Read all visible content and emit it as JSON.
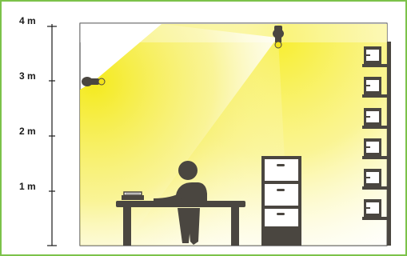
{
  "scale": {
    "labels": [
      "4 m",
      "3 m",
      "2 m",
      "1 m"
    ]
  },
  "colors": {
    "frame_border": "#7cc24a",
    "light_beam": "#f7ee2e",
    "silhouette": "#4a4640",
    "lamp_bulb": "#f2e21a",
    "room_outline": "#2b2b2b"
  },
  "scene": {
    "lights": [
      "wall-spot-light-icon",
      "ceiling-spot-light-icon"
    ],
    "objects": [
      "person-at-desk-icon",
      "desk-icon",
      "book-stack-icon",
      "filing-cabinet-icon",
      "wall-shelves-icon"
    ]
  }
}
